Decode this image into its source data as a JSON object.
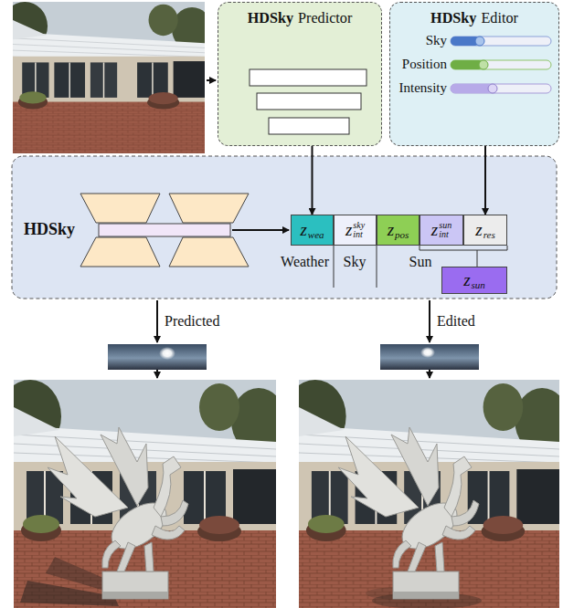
{
  "diagram": {
    "nodes": [
      {
        "text": [
          "HDSky",
          "Predictor"
        ]
      },
      {
        "text": [
          "HDSky",
          "Editor"
        ]
      },
      {
        "text": [
          "HDSky"
        ]
      },
      {
        "text": [
          "z",
          "wea"
        ],
        "in": 2
      },
      {
        "text": [
          "z",
          "sky",
          "int"
        ],
        "in": 2
      },
      {
        "text": [
          "z",
          "pos"
        ],
        "in": 2
      },
      {
        "text": [
          "z",
          "sun",
          "int"
        ],
        "in": 2
      },
      {
        "text": [
          "z",
          "res"
        ],
        "in": 2
      },
      {
        "text": [
          "z",
          "sun"
        ],
        "in": 2
      }
    ],
    "edges": [
      {
        "from": 0,
        "to": 3,
        "arrow": "to"
      },
      {
        "from": 1,
        "to": 7,
        "arrow": "to"
      }
    ],
    "labels": [
      "Sky",
      "Position",
      "Intensity",
      "Weather",
      "Sky",
      "Sun",
      "Predicted",
      "Edited"
    ]
  }
}
